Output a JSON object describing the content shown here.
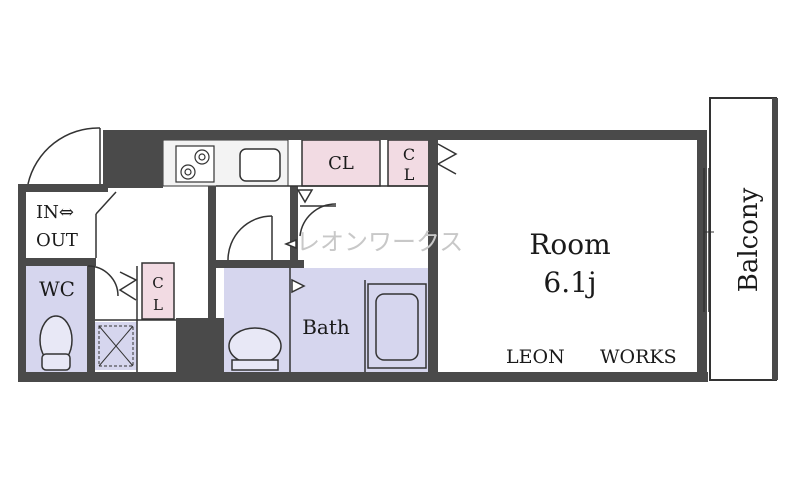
{
  "rooms": {
    "main_label": "Room",
    "main_size": "6.1j",
    "balcony": "Balcony",
    "bath": "Bath",
    "wc": "WC",
    "entrance_in": "IN⇔",
    "entrance_out": "OUT",
    "closet_top_wide": "CL",
    "closet_top_narrow_c": "C",
    "closet_top_narrow_l": "L",
    "closet_small_c": "C",
    "closet_small_l": "L"
  },
  "branding": {
    "watermark": "レオンワークス",
    "footer_left": "LEON",
    "footer_right": "WORKS"
  },
  "icons": [
    "gas-burner-icon",
    "sink-icon",
    "toilet-icon",
    "washbasin-icon",
    "bathtub-icon",
    "washer-pan-icon",
    "door-swing-icon"
  ],
  "colors": {
    "wall": "#4a4a4a",
    "closet_fill": "#f2dbe3",
    "wet_area_fill": "#d6d6ee",
    "kitchen_fill": "#f3f3f3"
  }
}
